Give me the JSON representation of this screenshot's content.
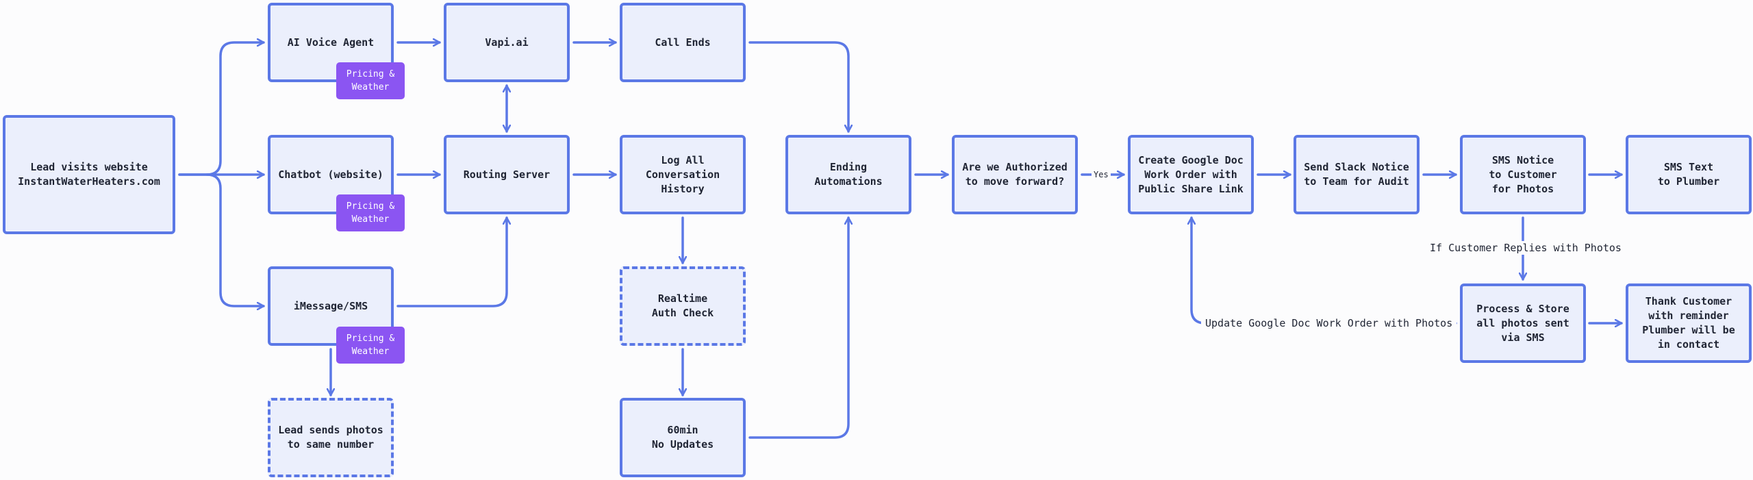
{
  "colors": {
    "node_fill": "#ebeffc",
    "node_border": "#5b78e6",
    "badge": "#8b55f2",
    "edge": "#5b78e6"
  },
  "nodes": {
    "lead_visits": "Lead visits website\nInstantWaterHeaters.com",
    "voice_agent": "AI Voice Agent",
    "chatbot": "Chatbot (website)",
    "imessage": "iMessage/SMS",
    "vapi": "Vapi.ai",
    "routing": "Routing Server",
    "call_ends": "Call Ends",
    "log_history": "Log All\nConversation\nHistory",
    "auth_check": "Realtime\nAuth Check",
    "no_updates": "60min\nNo Updates",
    "lead_photos": "Lead sends photos\nto same number",
    "ending": "Ending\nAutomations",
    "authorized": "Are we Authorized\nto move forward?",
    "google_doc": "Create Google Doc\nWork Order with\nPublic Share Link",
    "slack": "Send Slack Notice\nto Team for Audit",
    "sms_notice": "SMS Notice\nto Customer\nfor Photos",
    "sms_plumber": "SMS Text\nto Plumber",
    "process_store": "Process & Store\nall photos sent\nvia SMS",
    "thank_customer": "Thank Customer\nwith reminder\nPlumber will be\nin contact"
  },
  "badges": {
    "voice_agent": "Pricing &\nWeather",
    "chatbot": "Pricing &\nWeather",
    "imessage": "Pricing &\nWeather"
  },
  "edge_labels": {
    "yes": "Yes",
    "replies": "If Customer Replies with Photos",
    "update_doc": "Update Google Doc Work Order with Photos"
  }
}
